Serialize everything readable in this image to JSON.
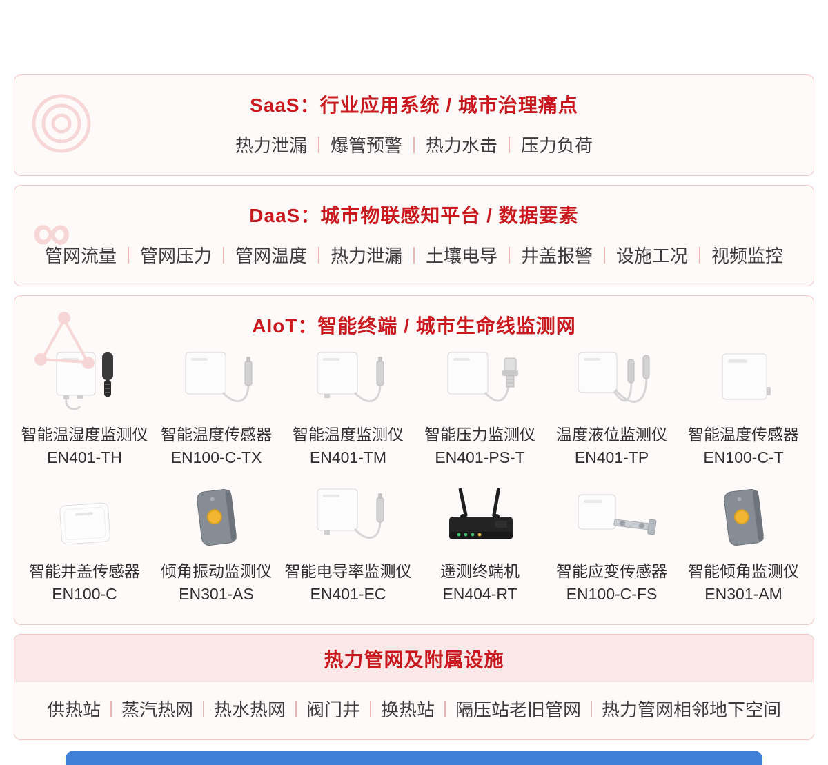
{
  "colors": {
    "title_red": "#C9191E",
    "section_border": "#F3C6C6",
    "section_bg": "#FFFAFA",
    "header_band_pink": "#FAE7E7",
    "separator_pink": "#E9B6B6",
    "body_text": "#3C3C3C",
    "footer_blue": "#4080D8",
    "watermark_pink": "#F6D6D6",
    "tilt_sensor_yellow": "#F2B632"
  },
  "sections": {
    "saas": {
      "title": "SaaS：行业应用系统 / 城市治理痛点",
      "items": [
        "热力泄漏",
        "爆管预警",
        "热力水击",
        "压力负荷"
      ],
      "watermark_icon": "target-circles-icon"
    },
    "daas": {
      "title": "DaaS：城市物联感知平台 / 数据要素",
      "items": [
        "管网流量",
        "管网压力",
        "管网温度",
        "热力泄漏",
        "土壤电导",
        "井盖报警",
        "设施工况",
        "视频监控"
      ],
      "watermark_icon": "infinity-icon",
      "infinity_glyph": "∞"
    },
    "aiot": {
      "title": "AIoT：智能终端 / 城市生命线监测网",
      "watermark_icon": "network-nodes-icon",
      "devices": [
        {
          "name": "智能温湿度监测仪",
          "model": "EN401-TH",
          "image": "white-box-with-black-probe"
        },
        {
          "name": "智能温度传感器",
          "model": "EN100-C-TX",
          "image": "white-box-with-cable-probe"
        },
        {
          "name": "智能温度监测仪",
          "model": "EN401-TM",
          "image": "white-box-with-cable-probe"
        },
        {
          "name": "智能压力监测仪",
          "model": "EN401-PS-T",
          "image": "white-box-with-pressure-transmitter"
        },
        {
          "name": "温度液位监测仪",
          "model": "EN401-TP",
          "image": "white-box-with-two-probes"
        },
        {
          "name": "智能温度传感器",
          "model": "EN100-C-T",
          "image": "plain-white-box"
        },
        {
          "name": "智能井盖传感器",
          "model": "EN100-C",
          "image": "flat-white-tile"
        },
        {
          "name": "倾角振动监测仪",
          "model": "EN301-AS",
          "image": "gray-tilt-sensor-yellow-dot"
        },
        {
          "name": "智能电导率监测仪",
          "model": "EN401-EC",
          "image": "white-box-with-cable-probe"
        },
        {
          "name": "遥测终端机",
          "model": "EN404-RT",
          "image": "black-router-with-antennas"
        },
        {
          "name": "智能应变传感器",
          "model": "EN100-C-FS",
          "image": "white-panel-with-mount-arm"
        },
        {
          "name": "智能倾角监测仪",
          "model": "EN301-AM",
          "image": "gray-tilt-sensor-yellow-dot"
        }
      ]
    },
    "infra": {
      "title": "热力管网及附属设施",
      "items": [
        "供热站",
        "蒸汽热网",
        "热水热网",
        "阀门井",
        "换热站",
        "隔压站老旧管网",
        "热力管网相邻地下空间"
      ]
    }
  }
}
